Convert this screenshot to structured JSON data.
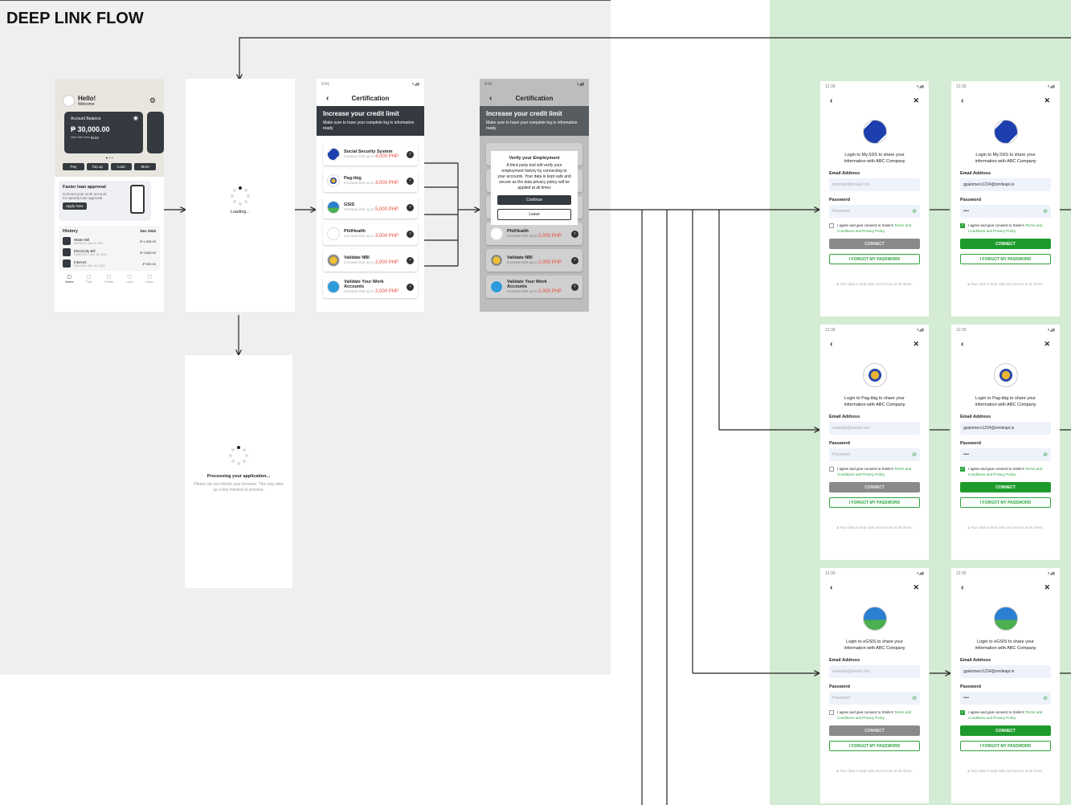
{
  "title": "DEEP LINK FLOW",
  "home": {
    "greeting": "Hello!",
    "sub": "Welcome",
    "balance_label": "Account Balance",
    "balance": "₱ 30,000.00",
    "card_no": "**** **** **** 9123",
    "actions": [
      "Pay",
      "Top up",
      "Loan",
      "More"
    ],
    "promo": {
      "title": "Faster loan approval",
      "text": "Connect your work account for speedy loan approval",
      "button": "Apply Now"
    },
    "history": {
      "title": "History",
      "month": "Dec 2022",
      "items": [
        {
          "name": "Water Bill",
          "meta": "AE09474 • Dec 5, 2022",
          "amount": "-₱ 1,995.00"
        },
        {
          "name": "Electricity Bill",
          "meta": "0345TOE1 • Dec 10, 2022",
          "amount": "-₱ 3,500.00"
        },
        {
          "name": "Internet",
          "meta": "92KC452 • Dec 22, 2022",
          "amount": "-₱ 900.00"
        }
      ]
    },
    "nav": [
      "Home",
      "Pay",
      "Wallet",
      "Loan",
      "Inbox"
    ]
  },
  "loading": {
    "text": "Loading..."
  },
  "processing": {
    "title": "Processing your application...",
    "text": "Please do not refresh your browser. This may take up a few minutes to process."
  },
  "cert": {
    "status_time": "9:41",
    "title": "Certification",
    "banner_title": "Increase your credit limit",
    "banner_text": "Make sure to have your complete log in information ready",
    "limit_prefix": "Increase limit up to ",
    "items": [
      {
        "name": "Social Security System",
        "limit": "4,000 PHP",
        "logo": "sss"
      },
      {
        "name": "Pag-ibig",
        "limit": "3,000 PHP",
        "logo": "pag"
      },
      {
        "name": "GSIS",
        "limit": "5,000 PHP",
        "logo": "gsis"
      },
      {
        "name": "PhilHealth",
        "limit": "3,000 PHP",
        "logo": "phil"
      },
      {
        "name": "Validate NBI",
        "limit": "2,000 PHP",
        "logo": "nbi"
      },
      {
        "name": "Validate Your Work Accounts",
        "limit": "2,000 PHP",
        "logo": "work"
      }
    ]
  },
  "modal": {
    "title": "Verify your Employment",
    "text": "A third party tool will verify your employment history by connecting to your accounts. Your data is kept safe and secure as the data privacy policy will be applied at all times",
    "continue": "Continue",
    "leave": "Leave"
  },
  "login_common": {
    "time": "12:30",
    "email_label": "Email Address",
    "email_placeholder": "example@email.com",
    "email_value": "gpalomero1234@smileapi.io",
    "password_label": "Password",
    "password_placeholder": "Password",
    "password_value": "••••",
    "consent": "I agree and give consent to Smile's ",
    "consent_link": "Terms and Conditions and Privacy Policy",
    "connect": "CONNECT",
    "forgot": "I FORGOT MY PASSWORD",
    "secure": "Your data is kept safe and secure at all times."
  },
  "logins": [
    {
      "logo": "sss",
      "message": "Login to My.SSS to share your information with ABC Company",
      "filled": false
    },
    {
      "logo": "sss",
      "message": "Login to My.SSS to share your information with ABC Company",
      "filled": true
    },
    {
      "logo": "pag",
      "message": "Login to Pag-ibig to share your information with ABC Company",
      "filled": false
    },
    {
      "logo": "pag",
      "message": "Login to Pag-ibig to share your information with ABC Company",
      "filled": true
    },
    {
      "logo": "gsis",
      "message": "Login to eGSIS to share your information with ABC Company",
      "filled": false
    },
    {
      "logo": "gsis",
      "message": "Login to eGSIS to share your information with ABC Company",
      "filled": true
    }
  ]
}
